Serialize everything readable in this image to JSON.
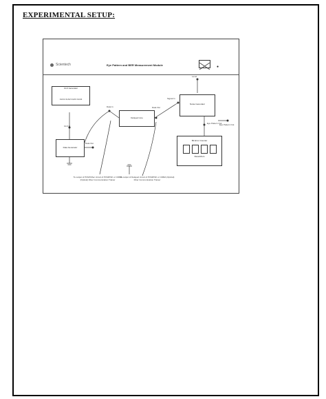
{
  "document": {
    "heading": "EXPERIMENTAL SETUP:"
  },
  "figure": {
    "brand": "Scientech",
    "module_title": "Eye Pattern and BER Measurement Module",
    "module_mark": "●",
    "blocks": {
      "clock_generator": "CLK Generator",
      "clock_pins": "CLK1 CLK2 CLK3 CLK4",
      "data_generator": "Data Generator",
      "delay_line": "Delayed Line",
      "noise_generator": "Noise Generator",
      "bit_error_counter": "Bit Error Counter"
    },
    "labels": {
      "data_out": "Data Out",
      "data_in": "Data In",
      "data_out_mid": "Data Out",
      "signal_in": "Signal In",
      "eye_pattern_out": "Eye Pattern Out",
      "eye_pattern_out_2": "Eye Pattern Out",
      "level": "Level",
      "clk_in": "CLK In",
      "ber_reset": "Reset/Zero"
    },
    "notes": {
      "left": "To output of PCM/Other circuit of PCM/FSK or CDMA (Optical) Fiber Communication Trainer",
      "right": "To output of Delayed circuit of PCM/FSK or CDMA (Optical) Fiber Communication Trainer"
    }
  }
}
